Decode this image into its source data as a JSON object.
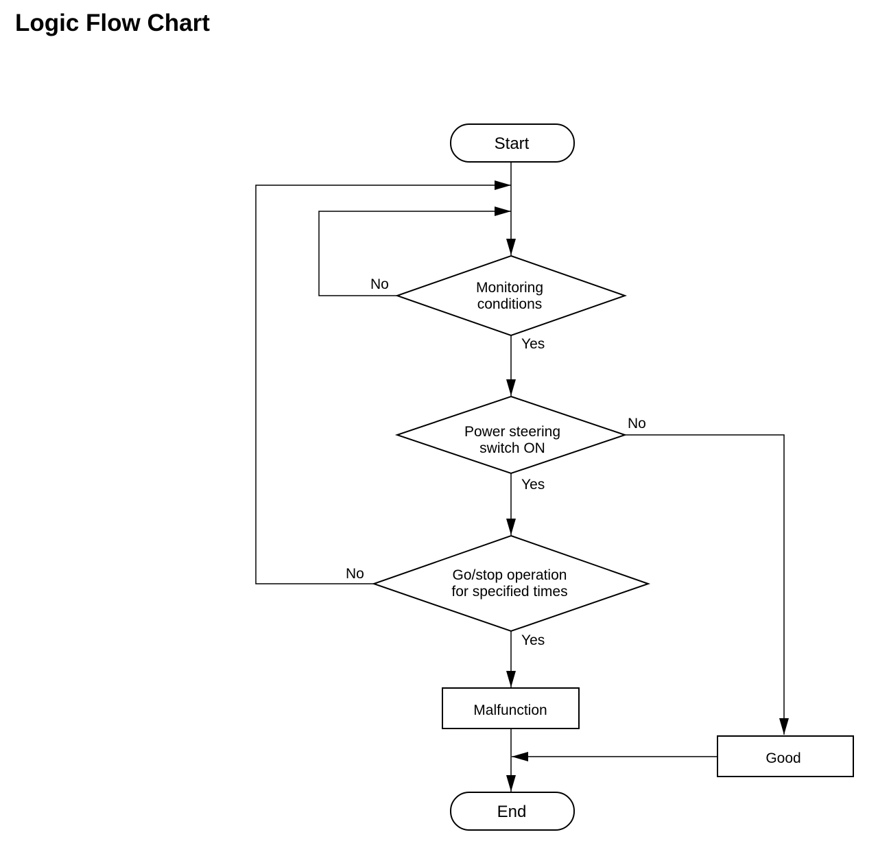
{
  "title": "Logic Flow Chart",
  "nodes": {
    "start": "Start",
    "monitoring": [
      "Monitoring",
      "conditions"
    ],
    "power_steering": [
      "Power steering",
      "switch ON"
    ],
    "go_stop": [
      "Go/stop operation",
      "for specified times"
    ],
    "malfunction": "Malfunction",
    "good": "Good",
    "end": "End"
  },
  "branches": {
    "monitoring_no": "No",
    "monitoring_yes": "Yes",
    "power_steering_no": "No",
    "power_steering_yes": "Yes",
    "go_stop_no": "No",
    "go_stop_yes": "Yes"
  }
}
